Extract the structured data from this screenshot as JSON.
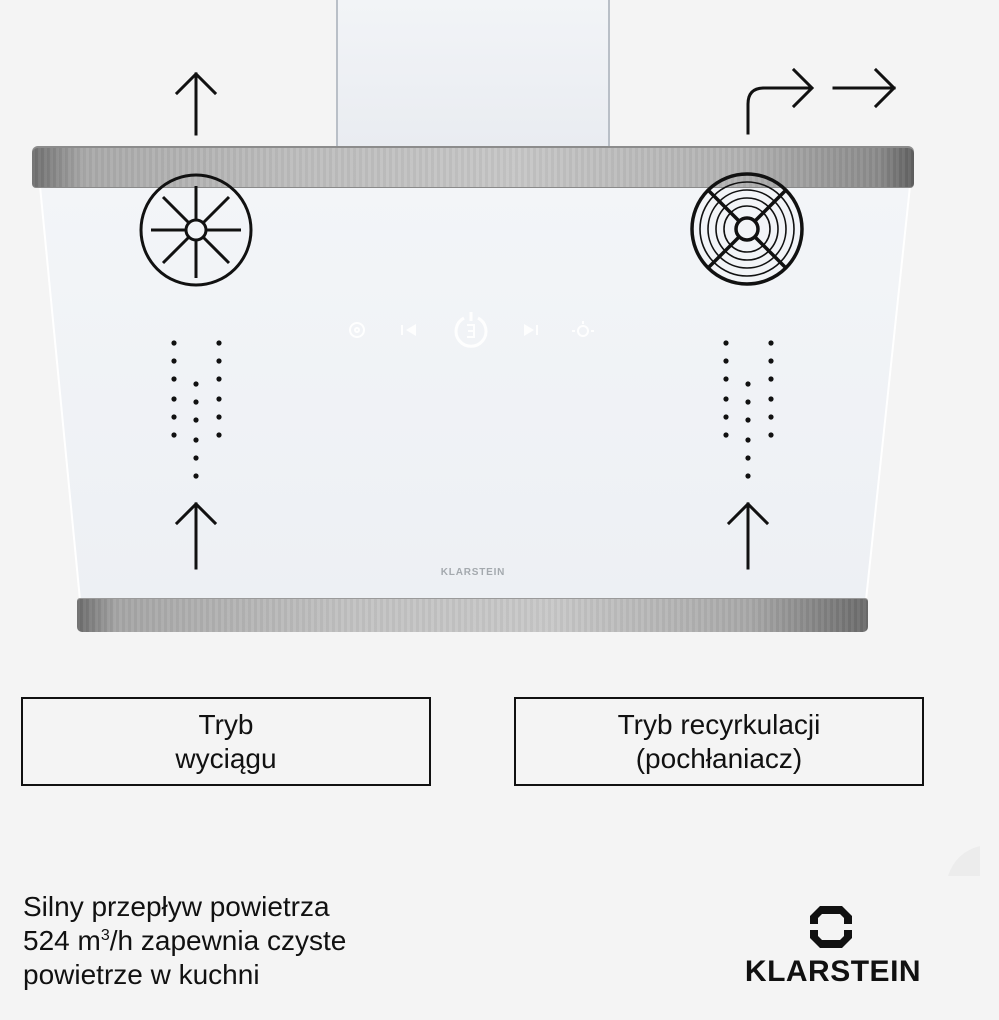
{
  "product": {
    "hood_brand_label": "KLARSTEIN",
    "control_panel": {
      "buttons": [
        {
          "name": "timer",
          "icon": "clock-icon"
        },
        {
          "name": "previous",
          "icon": "skip-back-icon"
        },
        {
          "name": "power",
          "icon": "power-icon",
          "display": "3"
        },
        {
          "name": "next",
          "icon": "skip-forward-icon"
        },
        {
          "name": "light",
          "icon": "light-icon"
        }
      ]
    }
  },
  "diagram": {
    "left_mode": {
      "icon": "fan-exhaust-icon",
      "airflow": "up-arrow-exhaust",
      "label_line1": "Tryb",
      "label_line2": "wyciągu"
    },
    "right_mode": {
      "icon": "fan-filter-icon",
      "airflow": "recirculation-arrows",
      "label_line1": "Tryb recyrkulacji",
      "label_line2": "(pochłaniacz)"
    }
  },
  "footer": {
    "tagline_line1": "Silny przepływ powietrza",
    "tagline_line2_pre": "524 m",
    "tagline_line2_sup": "3",
    "tagline_line2_post": "/h zapewnia czyste",
    "tagline_line3": "powietrze w kuchni",
    "brand_name": "KLARSTEIN"
  },
  "colors": {
    "background": "#f4f4f4",
    "ink": "#111111",
    "steel": "#b8b8b8",
    "glass": "#eef1f5",
    "hood_brand": "#a4a9ae"
  }
}
